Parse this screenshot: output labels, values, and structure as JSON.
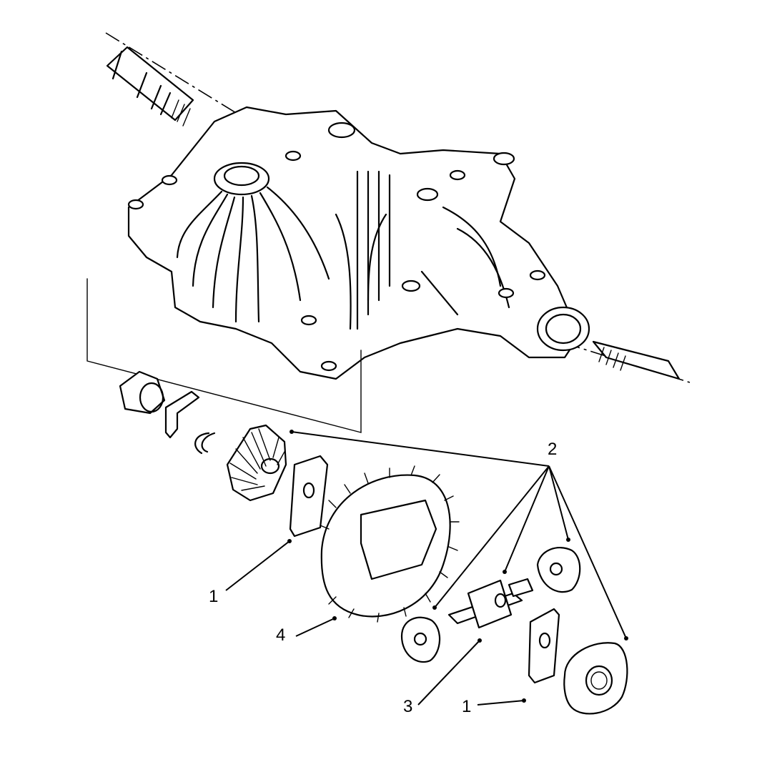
{
  "callouts": [
    {
      "id": "c1a",
      "text": "1"
    },
    {
      "id": "c2",
      "text": "2"
    },
    {
      "id": "c3",
      "text": "3"
    },
    {
      "id": "c1b",
      "text": "1"
    },
    {
      "id": "c4",
      "text": "4"
    }
  ],
  "colors": {
    "ink": "#000000",
    "paper": "#ffffff"
  }
}
